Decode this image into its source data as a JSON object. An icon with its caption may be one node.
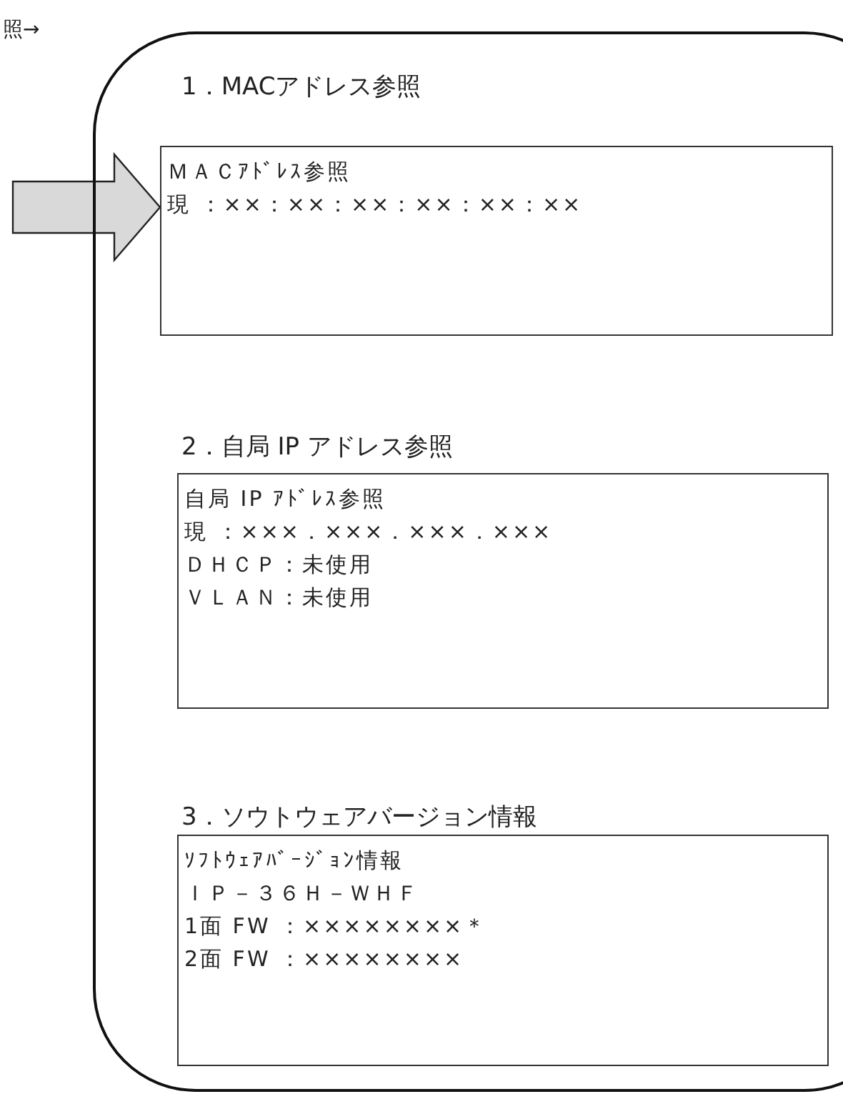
{
  "diagram": {
    "nodes": [
      {
        "text": [],
        "shape": "box"
      },
      {
        "text": [
          "1．MACアドレス参照",
          "ＭＡＣｱﾄﾞﾚｽ参照",
          "現 ：××：××：××：××：××：××"
        ],
        "in": 0
      },
      {
        "text": [
          "2．自局 IP アドレス参照",
          "自局 IP ｱﾄﾞﾚｽ参照",
          "現 ：×××．×××．×××．×××",
          "ＤＨＣＰ：未使用",
          "ＶＬＡＮ：未使用"
        ],
        "in": 0
      },
      {
        "text": [
          "3．ソウトウェアバージョン情報",
          "ｿﾌﾄｳｪｱﾊﾞｰｼﾞｮﾝ情報",
          "ＩＰ－３６Ｈ－ＷＨＦ",
          "1面 FW ：××××××××＊",
          "2面 FW ：××××××××"
        ],
        "in": 0
      }
    ],
    "edges": [
      {
        "from": null,
        "to": 1,
        "arrow": "to"
      }
    ],
    "labels": [
      "照→"
    ]
  }
}
